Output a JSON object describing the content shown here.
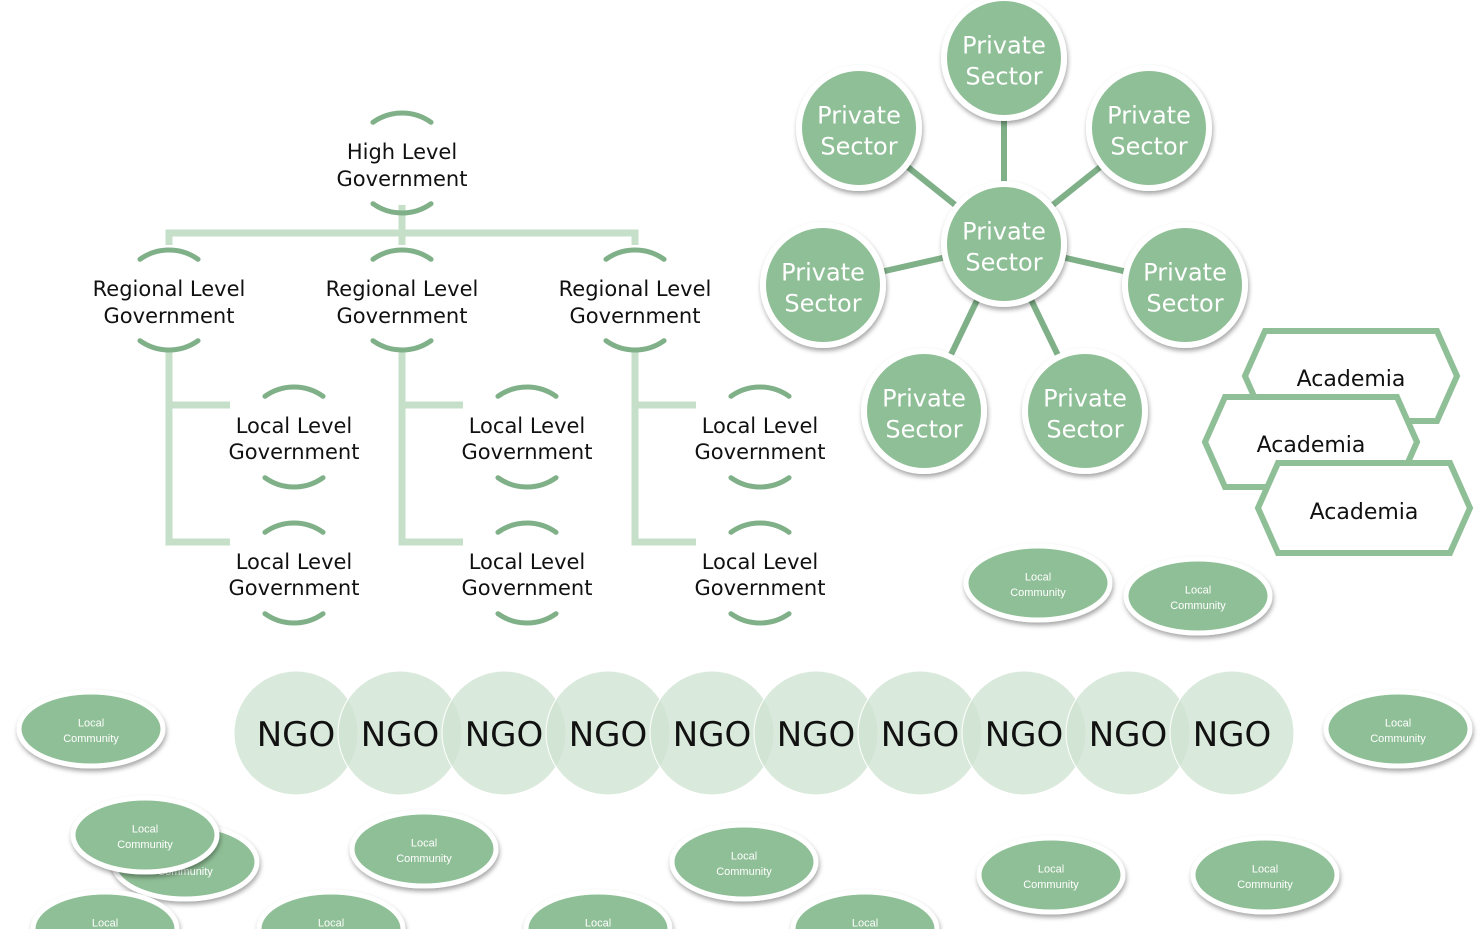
{
  "colors": {
    "green": "#8fbf96",
    "green_dark": "#7fb088",
    "green_light": "#cfe3d2",
    "connector": "#c5dfc9",
    "text_dark": "#111111",
    "text_light": "#ffffff"
  },
  "government": {
    "top": [
      "High Level",
      "Government"
    ],
    "regional": [
      [
        "Regional Level",
        "Government"
      ],
      [
        "Regional Level",
        "Government"
      ],
      [
        "Regional Level",
        "Government"
      ]
    ],
    "local": [
      [
        "Local Level",
        "Government"
      ],
      [
        "Local Level",
        "Government"
      ],
      [
        "Local Level",
        "Government"
      ],
      [
        "Local Level",
        "Government"
      ],
      [
        "Local Level",
        "Government"
      ],
      [
        "Local Level",
        "Government"
      ]
    ]
  },
  "private_sector": {
    "center": [
      "Private",
      "Sector"
    ],
    "outer": [
      [
        "Private",
        "Sector"
      ],
      [
        "Private",
        "Sector"
      ],
      [
        "Private",
        "Sector"
      ],
      [
        "Private",
        "Sector"
      ],
      [
        "Private",
        "Sector"
      ],
      [
        "Private",
        "Sector"
      ],
      [
        "Private",
        "Sector"
      ]
    ]
  },
  "academia": [
    "Academia",
    "Academia",
    "Academia"
  ],
  "ngo": [
    "NGO",
    "NGO",
    "NGO",
    "NGO",
    "NGO",
    "NGO",
    "NGO",
    "NGO",
    "NGO",
    "NGO"
  ],
  "local_community": [
    [
      "Local",
      "Community"
    ],
    [
      "Local",
      "Community"
    ],
    [
      "Local",
      "Community"
    ],
    [
      "Local",
      "Community"
    ],
    [
      "Local",
      "Community"
    ],
    [
      "Local",
      "Community"
    ],
    [
      "Local",
      "Community"
    ],
    [
      "Local",
      "Community"
    ],
    [
      "Local",
      "Community"
    ],
    [
      "Local",
      "Community"
    ],
    [
      "Local",
      "Community"
    ],
    [
      "Local",
      "Community"
    ],
    [
      "Local",
      "Community"
    ],
    [
      "Local",
      "Community"
    ],
    [
      "Local",
      "Community"
    ]
  ]
}
